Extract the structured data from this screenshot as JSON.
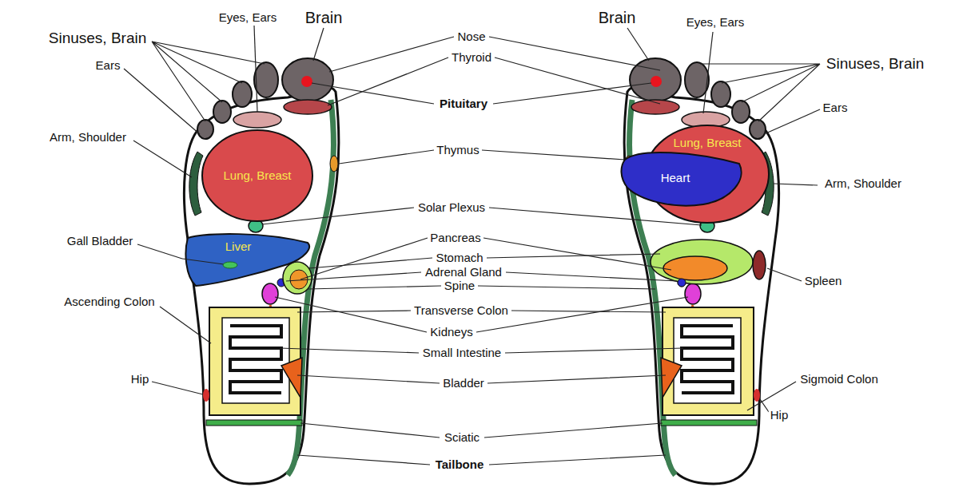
{
  "diagram": {
    "nodes": [
      {
        "text": [
          "Lung, Breast"
        ]
      },
      {
        "text": [
          "Liver"
        ]
      },
      {
        "text": [
          "Lung, Breast"
        ]
      },
      {
        "text": [
          "Heart"
        ],
        "in": 2
      }
    ],
    "labels": [
      "Eyes, Ears",
      "Brain",
      "Sinuses, Brain",
      "Ears",
      "Arm, Shoulder",
      "Gall Bladder",
      "Ascending Colon",
      "Hip",
      "Nose",
      "Thyroid",
      "Pituitary",
      "Thymus",
      "Solar Plexus",
      "Pancreas",
      "Stomach",
      "Adrenal Gland",
      "Spine",
      "Transverse Colon",
      "Kidneys",
      "Small Intestine",
      "Bladder",
      "Sciatic",
      "Tailbone",
      "Brain",
      "Eyes, Ears",
      "Sinuses, Brain",
      "Ears",
      "Arm, Shoulder",
      "Spleen",
      "Sigmoid Colon",
      "Hip"
    ]
  }
}
